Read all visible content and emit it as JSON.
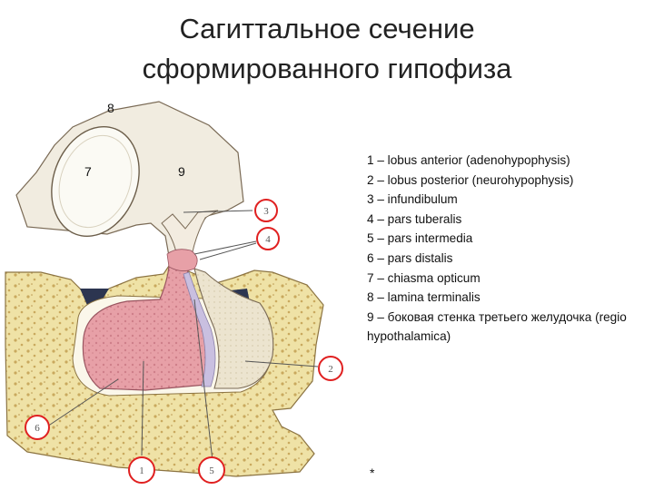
{
  "title": {
    "line1": "Сагиттальное сечение",
    "line2": "сформированного гипофиза"
  },
  "figure_labels": {
    "l7": "7",
    "l8": "8",
    "l9": "9"
  },
  "callouts": [
    "3",
    "4",
    "2",
    "6",
    "1",
    "5"
  ],
  "legend": [
    "1 – lobus anterior (adenohypophysis)",
    "2 – lobus posterior (neurohypophysis)",
    "3 – infundibulum",
    "4 – pars tuberalis",
    "5 – pars intermedia",
    "6 – pars distalis",
    "7 – chiasma opticum",
    "8 – lamina terminalis",
    "9 – боковая стенка третьего желудочка (regio hypothalamica)"
  ],
  "footnote": "*",
  "colors": {
    "bone": "#efe2a6",
    "bone_pores": "#c9a95e",
    "anterior_lobe": "#e7a0a7",
    "posterior_lobe": "#ece4cf",
    "intermedia": "#c9bfe0",
    "brain_tissue": "#f1ece0",
    "outline": "#7a6a55",
    "callout_ring": "#e02020",
    "dark_cavity": "#2c3550"
  }
}
